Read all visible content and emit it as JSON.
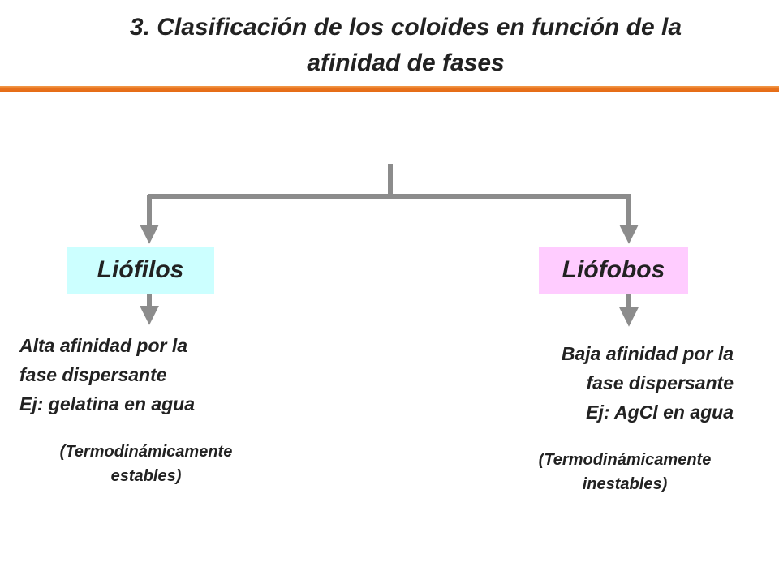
{
  "title": {
    "line1": "3. Clasificación de los coloides en función de la",
    "line2": "afinidad de fases"
  },
  "colors": {
    "rule": "#e56a14",
    "connector": "#8c8c8c",
    "left_box": "#ccffff",
    "right_box": "#ffccff",
    "text": "#222222"
  },
  "left": {
    "label": "Liófilos",
    "description": [
      "Alta afinidad por la",
      "fase dispersante",
      "Ej: gelatina en agua"
    ],
    "note": [
      "(Termodinámicamente",
      "estables)"
    ]
  },
  "right": {
    "label": "Liófobos",
    "description": [
      "Baja afinidad por la",
      "fase dispersante",
      "Ej: AgCl en agua"
    ],
    "note": [
      "(Termodinámicamente",
      "inestables)"
    ]
  }
}
